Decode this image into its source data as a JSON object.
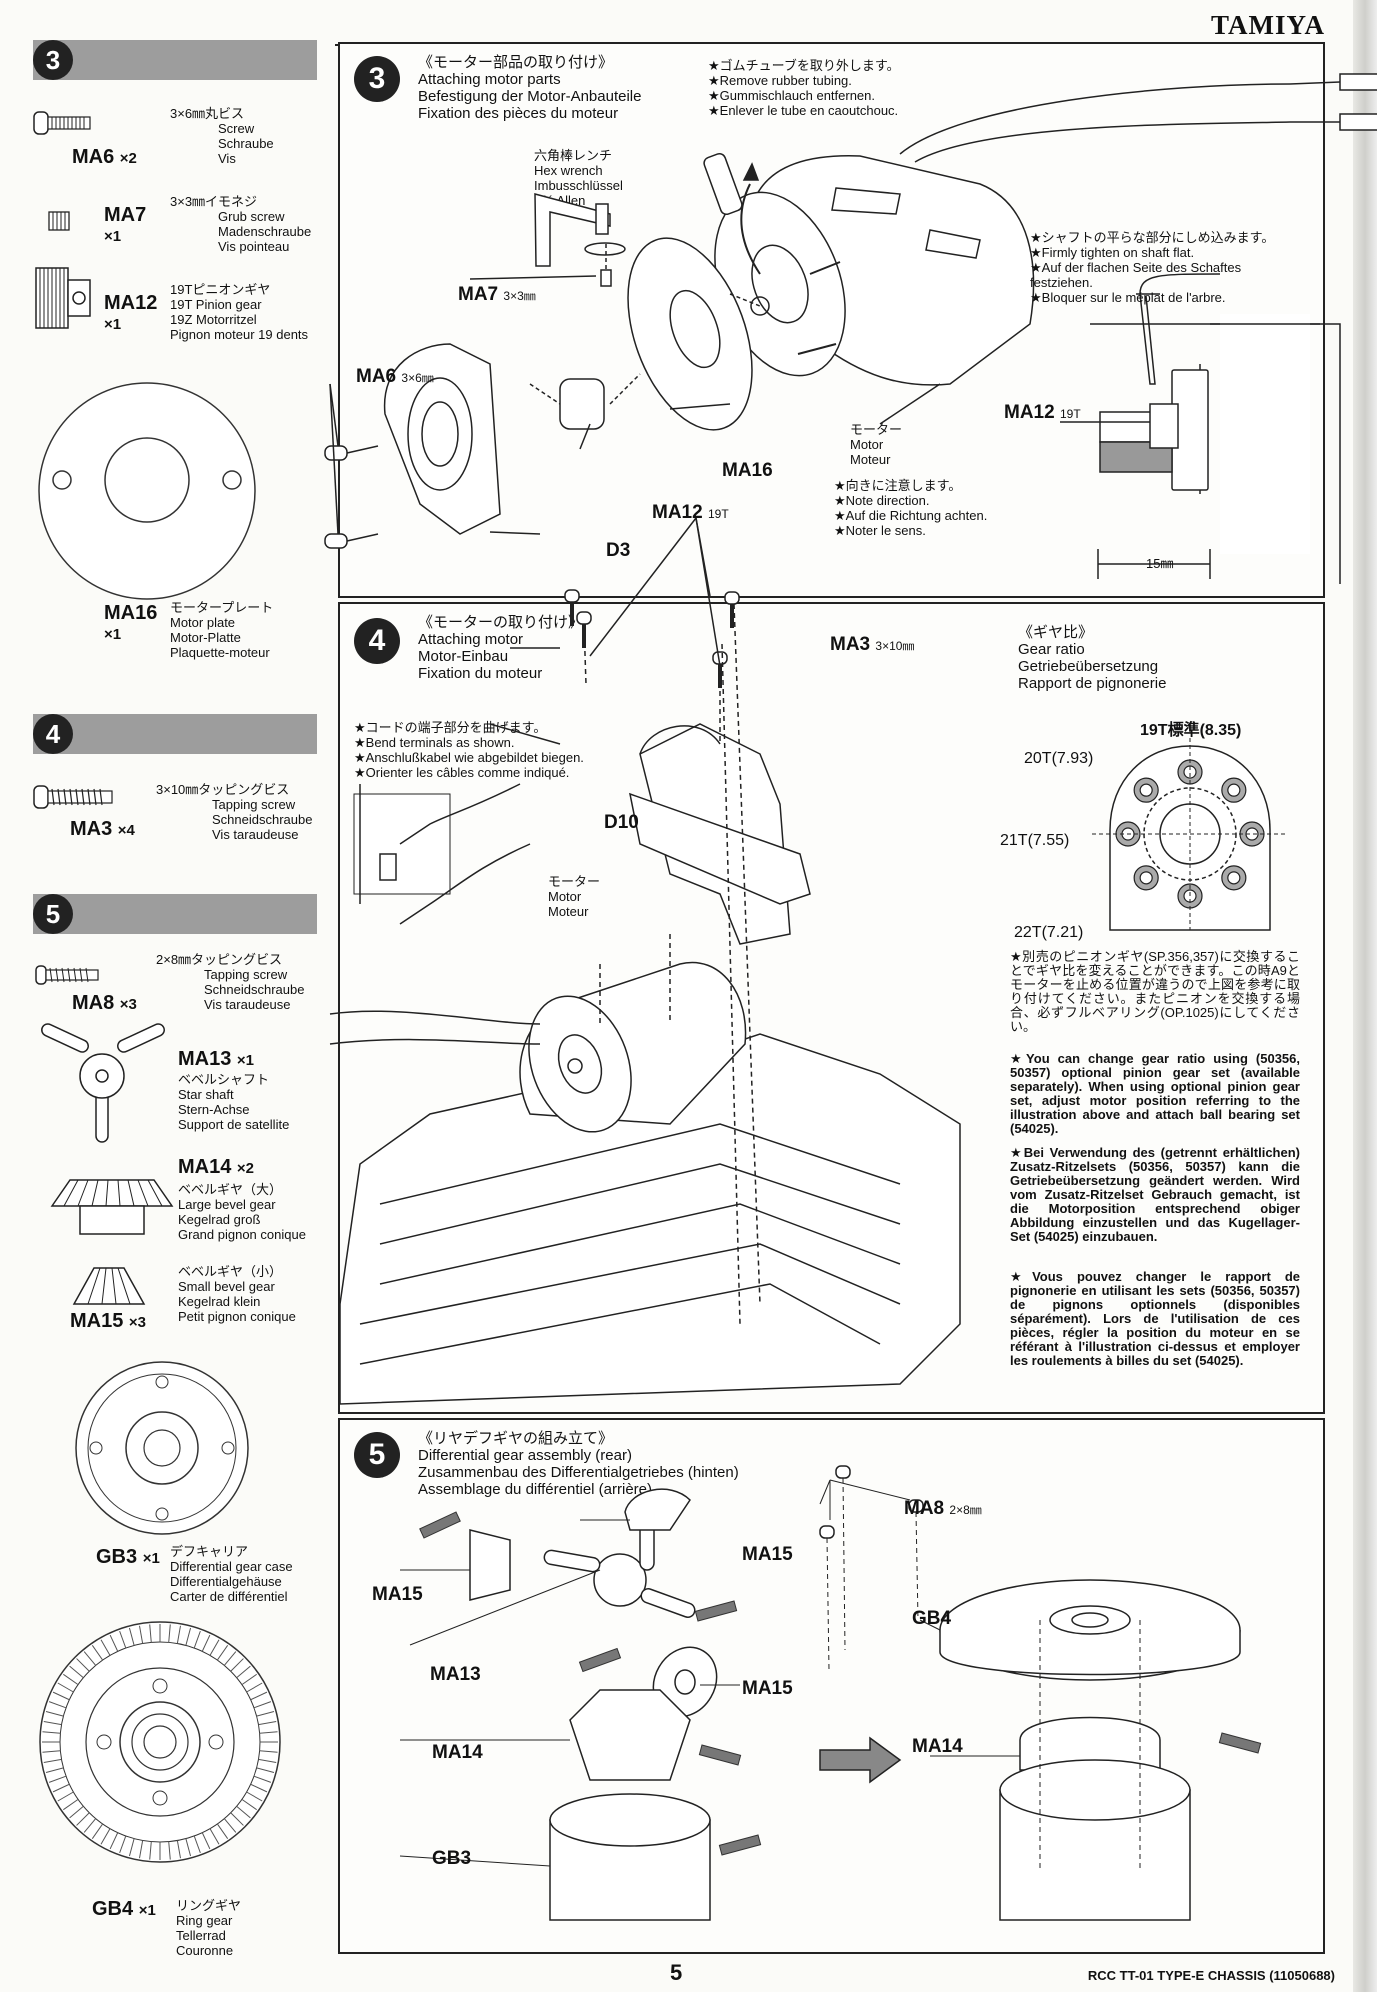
{
  "header": {
    "brand": "TAMIYA"
  },
  "sidebar": {
    "s3": {
      "num": "3",
      "ma6": {
        "code": "MA6",
        "qty": "×2",
        "desc": [
          "3×6㎜丸ビス",
          "Screw",
          "Schraube",
          "Vis"
        ]
      },
      "ma7": {
        "code": "MA7",
        "qty": "×1",
        "desc": [
          "3×3㎜イモネジ",
          "Grub screw",
          "Madenschraube",
          "Vis pointeau"
        ]
      },
      "ma12": {
        "code": "MA12",
        "qty": "×1",
        "desc": [
          "19Tピニオンギヤ",
          "19T Pinion gear",
          "19Z Motorritzel",
          "Pignon moteur 19 dents"
        ]
      },
      "ma16": {
        "code": "MA16",
        "qty": "×1",
        "desc": [
          "モータープレート",
          "Motor plate",
          "Motor-Platte",
          "Plaquette-moteur"
        ]
      }
    },
    "s4": {
      "num": "4",
      "ma3": {
        "code": "MA3",
        "qty": "×4",
        "desc": [
          "3×10㎜タッピングビス",
          "Tapping screw",
          "Schneidschraube",
          "Vis taraudeuse"
        ]
      }
    },
    "s5": {
      "num": "5",
      "ma8": {
        "code": "MA8",
        "qty": "×3",
        "desc": [
          "2×8㎜タッピングビス",
          "Tapping screw",
          "Schneidschraube",
          "Vis taraudeuse"
        ]
      },
      "ma13": {
        "code": "MA13",
        "qty": "×1",
        "desc": [
          "ベベルシャフト",
          "Star shaft",
          "Stern-Achse",
          "Support de satellite"
        ]
      },
      "ma14": {
        "code": "MA14",
        "qty": "×2",
        "desc": [
          "ベベルギヤ（大）",
          "Large bevel gear",
          "Kegelrad groß",
          "Grand pignon conique"
        ]
      },
      "ma15": {
        "code": "MA15",
        "qty": "×3",
        "desc": [
          "ベベルギヤ（小）",
          "Small bevel gear",
          "Kegelrad klein",
          "Petit pignon conique"
        ]
      },
      "gb3": {
        "code": "GB3",
        "qty": "×1",
        "desc": [
          "デフキャリア",
          "Differential gear case",
          "Differentialgehäuse",
          "Carter de différentiel"
        ]
      },
      "gb4": {
        "code": "GB4",
        "qty": "×1",
        "desc": [
          "リングギヤ",
          "Ring gear",
          "Tellerrad",
          "Couronne"
        ]
      }
    }
  },
  "step3": {
    "num": "3",
    "title": [
      "《モーター部品の取り付け》",
      "Attaching motor parts",
      "Befestigung der Motor-Anbauteile",
      "Fixation des pièces du moteur"
    ],
    "note_tube": [
      "★ゴムチューブを取り外します。",
      "★Remove rubber tubing.",
      "★Gummischlauch entfernen.",
      "★Enlever le tube en caoutchouc."
    ],
    "hexwrench": [
      "六角棒レンチ",
      "Hex wrench",
      "Imbusschlüssel",
      "Clé Allen"
    ],
    "note_shaft": [
      "★シャフトの平らな部分にしめ込みます。",
      "★Firmly tighten on shaft flat.",
      "★Auf der flachen Seite des Schaftes",
      "festziehen.",
      "★Bloquer sur le méplat de l'arbre."
    ],
    "motor": [
      "モーター",
      "Motor",
      "Moteur"
    ],
    "note_dir": [
      "★向きに注意します。",
      "★Note direction.",
      "★Auf die Richtung achten.",
      "★Noter le sens."
    ],
    "labels": {
      "ma7": "MA7",
      "ma7_size": "3×3㎜",
      "ma6": "MA6",
      "ma6_size": "3×6㎜",
      "ma16": "MA16",
      "ma12": "MA12",
      "ma12_size": "19T",
      "d3": "D3",
      "ma12b": "MA12",
      "ma12b_size": "19T",
      "dim": "15㎜"
    }
  },
  "step4": {
    "num": "4",
    "title": [
      "《モーターの取り付け》",
      "Attaching motor",
      "Motor-Einbau",
      "Fixation du moteur"
    ],
    "note_bend": [
      "★コードの端子部分を曲げます。",
      "★Bend terminals as shown.",
      "★Anschlußkabel wie abgebildet biegen.",
      "★Orienter les câbles comme indiqué."
    ],
    "motor": [
      "モーター",
      "Motor",
      "Moteur"
    ],
    "labels": {
      "ma3": "MA3",
      "ma3_size": "3×10㎜",
      "d10": "D10"
    },
    "gear_ratio": {
      "title": [
        "《ギヤ比》",
        "Gear ratio",
        "Getriebeübersetzung",
        "Rapport de pignonerie"
      ],
      "std": "19T標準(8.35)",
      "t20": "20T(7.93)",
      "t21": "21T(7.55)",
      "t22": "22T(7.21)"
    },
    "para_jp": "★別売のピニオンギヤ(SP.356,357)に交換することでギヤ比を変えることができます。この時A9とモーターを止める位置が違うので上図を参考に取り付けてください。またピニオンを交換する場合、必ずフルベアリング(OP.1025)にしてください。",
    "para_en": "★You can change gear ratio using (50356, 50357) optional pinion gear set (available separately). When using optional pinion gear set, adjust motor position referring to the illustration above and attach ball bearing set (54025).",
    "para_de": "★Bei Verwendung des (getrennt erhältlichen) Zusatz-Ritzelsets (50356, 50357) kann die Getriebeübersetzung geändert werden. Wird vom Zusatz-Ritzelset Gebrauch gemacht, ist die Motorposition entsprechend obiger Abbildung einzustellen und das Kugellager-Set (54025) einzubauen.",
    "para_fr": "★Vous pouvez changer le rapport de pignonerie en utilisant les sets (50356, 50357) de pignons optionnels (disponibles séparément). Lors de l'utilisation de ces pièces, régler la position du moteur en se référant à l'illustration ci-dessus et employer les roulements à billes du set (54025)."
  },
  "step5": {
    "num": "5",
    "title": [
      "《リヤデフギヤの組み立て》",
      "Differential gear assembly (rear)",
      "Zusammenbau des Differentialgetriebes (hinten)",
      "Assemblage du différentiel (arrière)"
    ],
    "labels": {
      "ma15a": "MA15",
      "ma15b": "MA15",
      "ma15c": "MA15",
      "ma13": "MA13",
      "ma14": "MA14",
      "gb3": "GB3",
      "ma8": "MA8",
      "ma8_size": "2×8㎜",
      "gb4": "GB4",
      "ma14b": "MA14"
    }
  },
  "footer": {
    "page": "5",
    "doc": "RCC TT-01 TYPE-E CHASSIS (11050688)"
  }
}
